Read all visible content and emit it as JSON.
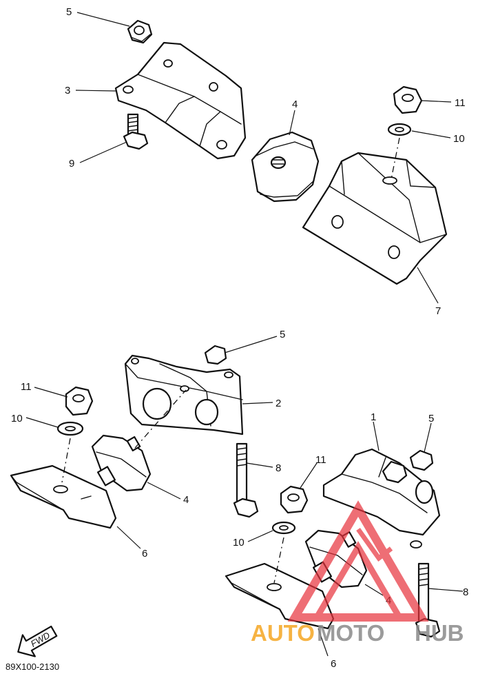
{
  "callouts": [
    {
      "id": "c5a",
      "text": "5"
    },
    {
      "id": "c3",
      "text": "3"
    },
    {
      "id": "c9",
      "text": "9"
    },
    {
      "id": "c4a",
      "text": "4"
    },
    {
      "id": "c11a",
      "text": "11"
    },
    {
      "id": "c10a",
      "text": "10"
    },
    {
      "id": "c7",
      "text": "7"
    },
    {
      "id": "c5b",
      "text": "5"
    },
    {
      "id": "c2",
      "text": "2"
    },
    {
      "id": "c11b",
      "text": "11"
    },
    {
      "id": "c10b",
      "text": "10"
    },
    {
      "id": "c4b",
      "text": "4"
    },
    {
      "id": "c6a",
      "text": "6"
    },
    {
      "id": "c8a",
      "text": "8"
    },
    {
      "id": "c1",
      "text": "1"
    },
    {
      "id": "c5c",
      "text": "5"
    },
    {
      "id": "c11c",
      "text": "11"
    },
    {
      "id": "c10c",
      "text": "10"
    },
    {
      "id": "c4c",
      "text": "4"
    },
    {
      "id": "c8b",
      "text": "8"
    },
    {
      "id": "c6b",
      "text": "6"
    }
  ],
  "fwd_label": "FWD",
  "diagram_code": "89X100-2130",
  "watermark": {
    "text_orange": "AUTO",
    "text_grey": "MOTO",
    "text_end": "HUB",
    "orange": "#f5a623",
    "red": "#e8323c",
    "grey": "#8a8a8a"
  }
}
